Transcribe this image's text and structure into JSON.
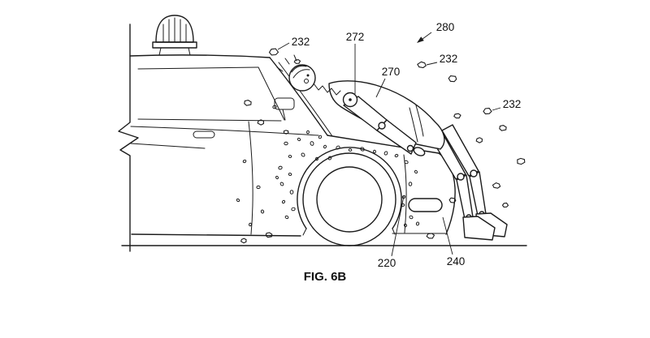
{
  "figure": {
    "caption": "FIG. 6B",
    "refs": {
      "r232_a": "232",
      "r272": "272",
      "r280": "280",
      "r232_b": "232",
      "r270": "270",
      "r232_c": "232",
      "r220": "220",
      "r240": "240"
    }
  }
}
